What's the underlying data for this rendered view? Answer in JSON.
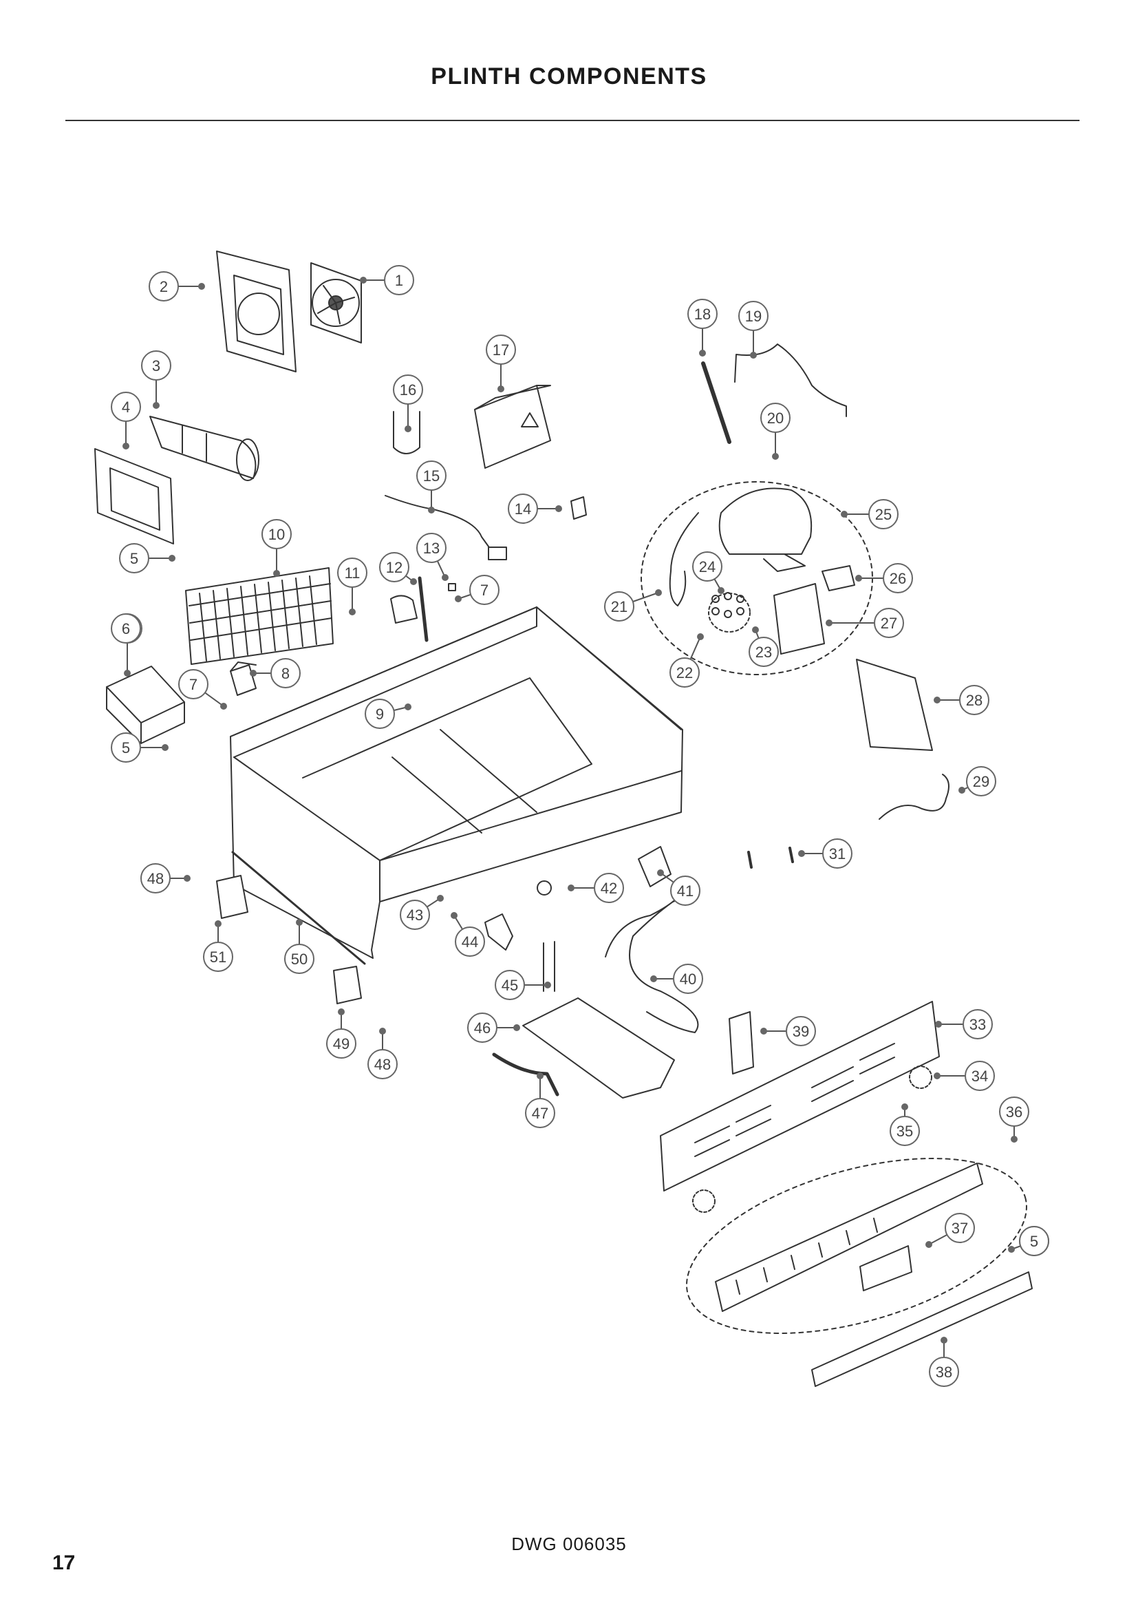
{
  "title": "PLINTH COMPONENTS",
  "drawing_number": "DWG 006035",
  "page_number": "17",
  "callouts": [
    {
      "label": "1"
    },
    {
      "label": "2"
    },
    {
      "label": "3"
    },
    {
      "label": "4"
    },
    {
      "label": "5"
    },
    {
      "label": "6"
    },
    {
      "label": "7"
    },
    {
      "label": "8"
    },
    {
      "label": "9"
    },
    {
      "label": "10"
    },
    {
      "label": "11"
    },
    {
      "label": "12"
    },
    {
      "label": "13"
    },
    {
      "label": "14"
    },
    {
      "label": "15"
    },
    {
      "label": "16"
    },
    {
      "label": "17"
    },
    {
      "label": "18"
    },
    {
      "label": "19"
    },
    {
      "label": "20"
    },
    {
      "label": "21"
    },
    {
      "label": "22"
    },
    {
      "label": "23"
    },
    {
      "label": "24"
    },
    {
      "label": "25"
    },
    {
      "label": "26"
    },
    {
      "label": "27"
    },
    {
      "label": "28"
    },
    {
      "label": "29"
    },
    {
      "label": "31"
    },
    {
      "label": "33"
    },
    {
      "label": "34"
    },
    {
      "label": "35"
    },
    {
      "label": "36"
    },
    {
      "label": "37"
    },
    {
      "label": "5"
    },
    {
      "label": "38"
    },
    {
      "label": "39"
    },
    {
      "label": "40"
    },
    {
      "label": "41"
    },
    {
      "label": "42"
    },
    {
      "label": "43"
    },
    {
      "label": "44"
    },
    {
      "label": "45"
    },
    {
      "label": "46"
    },
    {
      "label": "47"
    },
    {
      "label": "48"
    },
    {
      "label": "48"
    },
    {
      "label": "49"
    },
    {
      "label": "50"
    },
    {
      "label": "51"
    },
    {
      "label": "5"
    },
    {
      "label": "5"
    },
    {
      "label": "6"
    },
    {
      "label": "7"
    }
  ]
}
